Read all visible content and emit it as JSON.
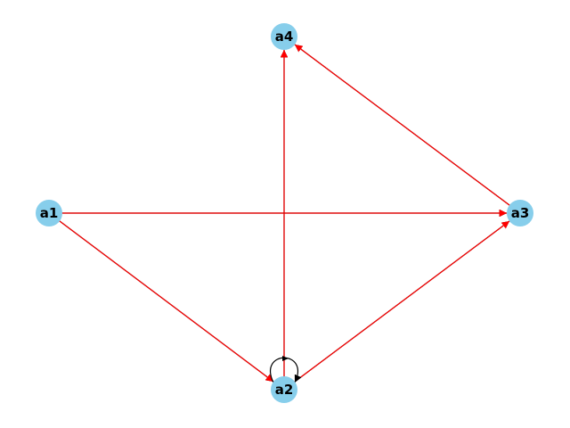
{
  "graph": {
    "node_color": "#87ceeb",
    "edge_color_black": "#000000",
    "edge_color_red": "#ff0000",
    "nodes": [
      {
        "id": "a1",
        "label": "a1"
      },
      {
        "id": "a2",
        "label": "a2"
      },
      {
        "id": "a3",
        "label": "a3"
      },
      {
        "id": "a4",
        "label": "a4"
      }
    ],
    "edges": [
      {
        "from": "a1",
        "to": "a3"
      },
      {
        "from": "a1",
        "to": "a2"
      },
      {
        "from": "a2",
        "to": "a3"
      },
      {
        "from": "a2",
        "to": "a4"
      },
      {
        "from": "a3",
        "to": "a4"
      },
      {
        "from": "a2",
        "to": "a2"
      }
    ]
  }
}
